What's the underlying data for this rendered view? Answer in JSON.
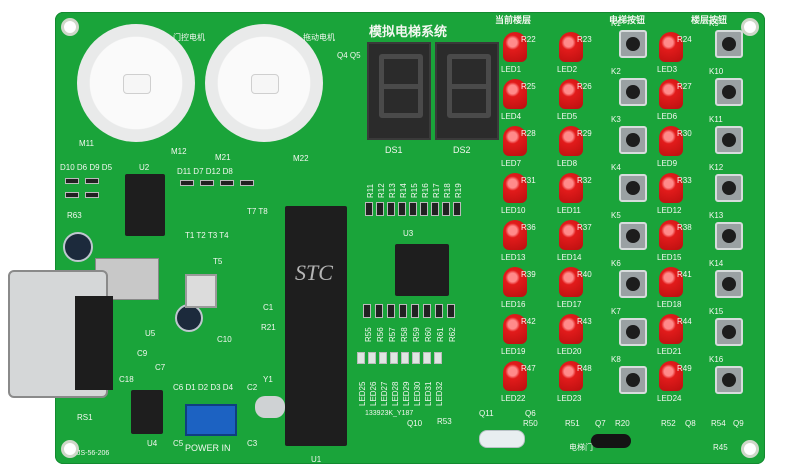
{
  "board": {
    "title": "模拟电梯系统",
    "current_floor_label": "当前楼层",
    "elevator_buttons_label": "电梯按钮",
    "floor_buttons_label": "楼层按钮",
    "door_motor_label": "门控电机",
    "drag_motor_label": "拖动电机",
    "elevator_door_label": "电梯门",
    "power_label": "POWER IN",
    "model_label": "JS-56-206",
    "mcu_brand": "STC",
    "bottom_code": "133923K_Y187",
    "ds1": "DS1",
    "ds2": "DS2",
    "u1": "U1",
    "u2": "U2",
    "u3": "U3",
    "u4": "U4",
    "u5": "U5",
    "rs1": "RS1",
    "m11": "M11",
    "m12": "M12",
    "m21": "M21",
    "m22": "M22",
    "d_row": "D10 D6 D9 D5",
    "d_row2": "D11 D7 D12 D8",
    "transistors": "T1 T2 T3 T4",
    "t5": "T5",
    "t7t8": "T7 T8",
    "q4q5": "Q4 Q5",
    "r63": "R63",
    "c1": "C1",
    "c2": "C2",
    "c3": "C3",
    "c5": "C5",
    "c6d": "C6 D1 D2 D3 D4",
    "c9": "C9",
    "c7": "C7",
    "c10": "C10",
    "c18": "C18",
    "r21": "R21",
    "y1": "Y1",
    "q10": "Q10",
    "r53": "R53",
    "q11": "Q11",
    "q6": "Q6",
    "r50": "R50",
    "r51": "R51",
    "q7": "Q7",
    "r20": "R20",
    "r52": "R52",
    "q8": "Q8",
    "r54": "R54",
    "q9": "Q9",
    "r45": "R45"
  },
  "leds": [
    {
      "led": "LED1",
      "res": "R22"
    },
    {
      "led": "LED2",
      "res": "R23"
    },
    {
      "led": "LED3",
      "res": "R24"
    },
    {
      "led": "LED4",
      "res": "R25"
    },
    {
      "led": "LED5",
      "res": "R26"
    },
    {
      "led": "LED6",
      "res": "R27"
    },
    {
      "led": "LED7",
      "res": "R28"
    },
    {
      "led": "LED8",
      "res": "R29"
    },
    {
      "led": "LED9",
      "res": "R30"
    },
    {
      "led": "LED10",
      "res": "R31"
    },
    {
      "led": "LED11",
      "res": "R32"
    },
    {
      "led": "LED12",
      "res": "R33"
    },
    {
      "led": "LED13",
      "res": "R36"
    },
    {
      "led": "LED14",
      "res": "R37"
    },
    {
      "led": "LED15",
      "res": "R38"
    },
    {
      "led": "LED16",
      "res": "R39"
    },
    {
      "led": "LED17",
      "res": "R40"
    },
    {
      "led": "LED18",
      "res": "R41"
    },
    {
      "led": "LED19",
      "res": "R42"
    },
    {
      "led": "LED20",
      "res": "R43"
    },
    {
      "led": "LED21",
      "res": "R44"
    },
    {
      "led": "LED22",
      "res": "R47"
    },
    {
      "led": "LED23",
      "res": "R48"
    },
    {
      "led": "LED24",
      "res": "R49"
    }
  ],
  "keys_left": [
    "K1",
    "K2",
    "K3",
    "K4",
    "K5",
    "K6",
    "K7",
    "K8"
  ],
  "keys_right": [
    "K9",
    "K10",
    "K11",
    "K12",
    "K13",
    "K14",
    "K15",
    "K16"
  ],
  "r_column_a": [
    "R11",
    "R12",
    "R13",
    "R14",
    "R15",
    "R16",
    "R17",
    "R18",
    "R19"
  ],
  "led_column": [
    "LED25",
    "LED26",
    "LED27",
    "LED28",
    "LED29",
    "LED30",
    "LED31",
    "LED32"
  ],
  "r_column_b": [
    "R55",
    "R56",
    "R57",
    "R58",
    "R59",
    "R60",
    "R61",
    "R62"
  ],
  "colors": {
    "pcb": "#1aa43a",
    "silkscreen": "#f3f7f0",
    "led_red": "#e21b1b"
  }
}
